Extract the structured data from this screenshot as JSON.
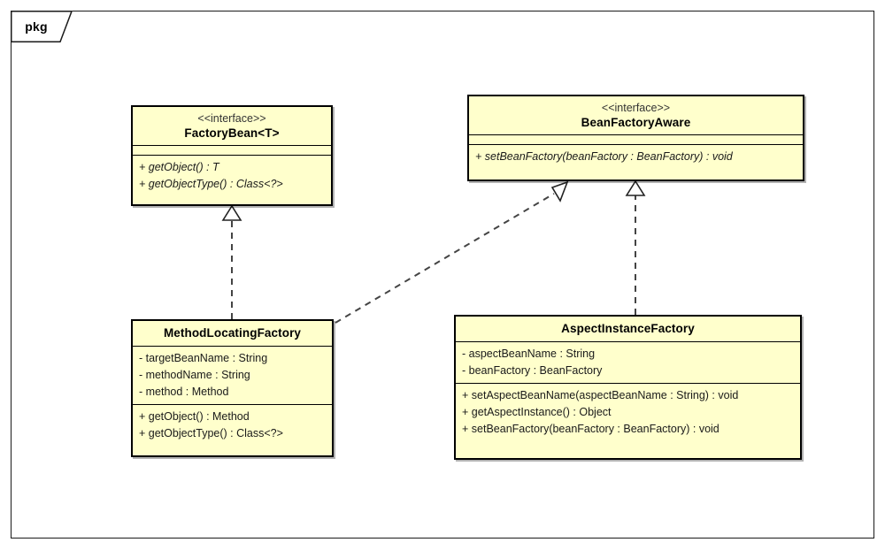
{
  "diagram": {
    "type": "uml-class-diagram",
    "package": {
      "label": "pkg"
    },
    "colors": {
      "class_fill": "#FFFFCC",
      "class_border": "#000000",
      "line": "#444444",
      "frame": "#1A1A1A",
      "text": "#1A1A1A",
      "stereotype_text": "#333333",
      "background": "#FFFFFF"
    },
    "classes": [
      {
        "id": "factorybean",
        "stereotype": "<<interface>>",
        "name": "FactoryBean<T>",
        "kind": "interface",
        "attributes": [],
        "operations": [
          "+ getObject() : T",
          "+ getObjectType() : Class<?>"
        ],
        "operations_italic": true
      },
      {
        "id": "beanfactoryaware",
        "stereotype": "<<interface>>",
        "name": "BeanFactoryAware",
        "kind": "interface",
        "attributes": [],
        "operations": [
          "+ setBeanFactory(beanFactory : BeanFactory) : void"
        ],
        "operations_italic": true
      },
      {
        "id": "methodlocatingfactory",
        "stereotype": "",
        "name": "MethodLocatingFactory",
        "kind": "class",
        "attributes": [
          "- targetBeanName : String",
          "- methodName : String",
          "- method : Method"
        ],
        "operations": [
          "+ getObject() : Method",
          "+ getObjectType() : Class<?>"
        ],
        "operations_italic": false
      },
      {
        "id": "aspectinstancefactory",
        "stereotype": "",
        "name": "AspectInstanceFactory",
        "kind": "class",
        "attributes": [
          "- aspectBeanName : String",
          "- beanFactory : BeanFactory"
        ],
        "operations": [
          "+ setAspectBeanName(aspectBeanName : String) : void",
          "+ getAspectInstance() : Object",
          "+ setBeanFactory(beanFactory : BeanFactory) : void"
        ],
        "operations_italic": false
      }
    ],
    "relationships": [
      {
        "id": "rel-mlf-factorybean",
        "type": "realization",
        "style": "dashed-hollow-triangle",
        "from": "methodlocatingfactory",
        "to": "factorybean"
      },
      {
        "id": "rel-mlf-beanfactoryaware",
        "type": "realization",
        "style": "dashed-hollow-triangle",
        "from": "methodlocatingfactory",
        "to": "beanfactoryaware"
      },
      {
        "id": "rel-aif-beanfactoryaware",
        "type": "realization",
        "style": "dashed-hollow-triangle",
        "from": "aspectinstancefactory",
        "to": "beanfactoryaware"
      }
    ]
  }
}
